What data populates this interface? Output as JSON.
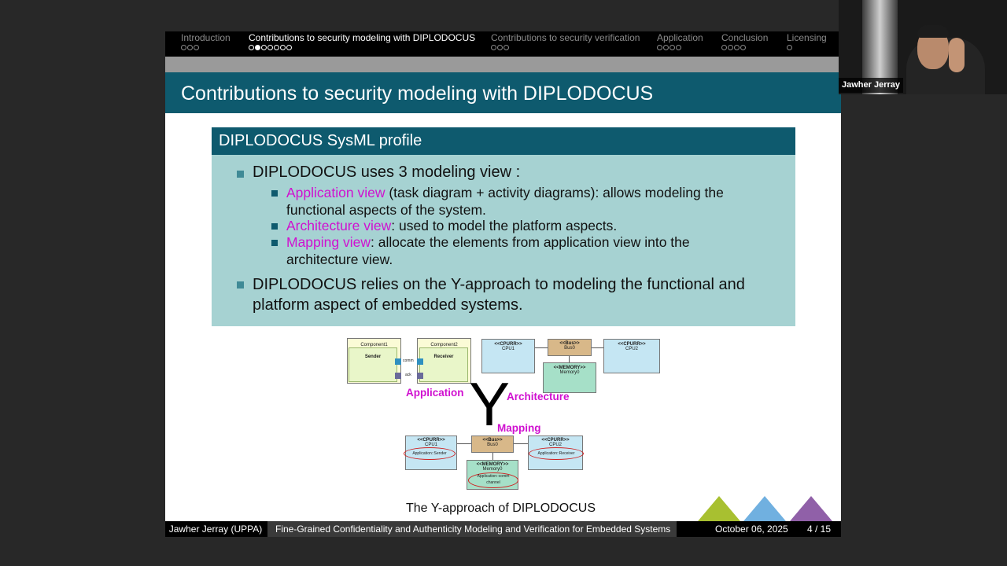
{
  "nav": {
    "items": [
      {
        "label": "Introduction",
        "dots": 3,
        "filled": -1,
        "active": false
      },
      {
        "label": "Contributions to security modeling with DIPLODOCUS",
        "dots": 7,
        "filled": 1,
        "active": true
      },
      {
        "label": "Contributions to security verification",
        "dots": 3,
        "filled": -1,
        "active": false
      },
      {
        "label": "Application",
        "dots": 4,
        "filled": -1,
        "active": false
      },
      {
        "label": "Conclusion",
        "dots": 4,
        "filled": -1,
        "active": false
      },
      {
        "label": "Licensing",
        "dots": 1,
        "filled": -1,
        "active": false
      }
    ]
  },
  "slide": {
    "title": "Contributions to security modeling with DIPLODOCUS",
    "block_title": "DIPLODOCUS SysML profile",
    "bullet1": "DIPLODOCUS uses 3 modeling view :",
    "sub1_term": "Application view",
    "sub1_rest": " (task diagram + activity diagrams): allows modeling the",
    "sub1_line2": "functional aspects of the system.",
    "sub2_term": "Architecture view",
    "sub2_rest": ": used to model the platform aspects.",
    "sub3_term": "Mapping view",
    "sub3_rest": ": allocate the elements from application view into the",
    "sub3_line2": "architecture view.",
    "bullet2_line1": "DIPLODOCUS relies on the Y-approach to modeling the functional and",
    "bullet2_line2": "platform aspect of embedded systems.",
    "caption": "The Y-approach of DIPLODOCUS"
  },
  "figure": {
    "label_application": "Application",
    "label_architecture": "Architecture",
    "label_mapping": "Mapping",
    "letter_y": "Y",
    "component1": "Component1",
    "component2": "Component2",
    "sender": "Sender",
    "receiver": "Receiver",
    "comm": "comm",
    "ack": "ack",
    "cpu_stereo": "<<CPURR>>",
    "bus_stereo": "<<Bus>>",
    "mem_stereo": "<<MEMORY>>",
    "cpu1": "CPU1",
    "cpu2": "CPU2",
    "bus0": "Bus0",
    "memory0": "Memory0",
    "map_sender": "Application::Sender",
    "map_receiver": "Application::Receiver",
    "map_comm": "Application::comm",
    "map_channel": "channel"
  },
  "footer": {
    "author": "Jawher Jerray (UPPA)",
    "talk_title": "Fine-Grained Confidentiality and Authenticity Modeling and Verification for Embedded Systems",
    "date": "October 06, 2025",
    "page": "4 / 15"
  },
  "webcam": {
    "name": "Jawher Jerray"
  },
  "colors": {
    "accent": "#0e5a6e",
    "block_bg": "#a6d2d2",
    "term": "#d010d0",
    "tri_green": "#a8c030",
    "tri_blue": "#70b0e0",
    "tri_purple": "#9060a8"
  }
}
